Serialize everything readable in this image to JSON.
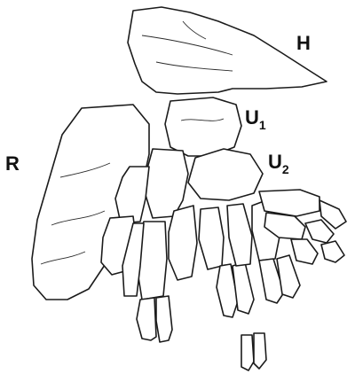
{
  "figure": {
    "labels": {
      "H": "H",
      "U1": {
        "letter": "U",
        "index": "1"
      },
      "U2": {
        "letter": "U",
        "index": "2"
      },
      "R": "R"
    },
    "colors": {
      "ink": "#1b1b1b",
      "background": "#ffffff"
    }
  }
}
